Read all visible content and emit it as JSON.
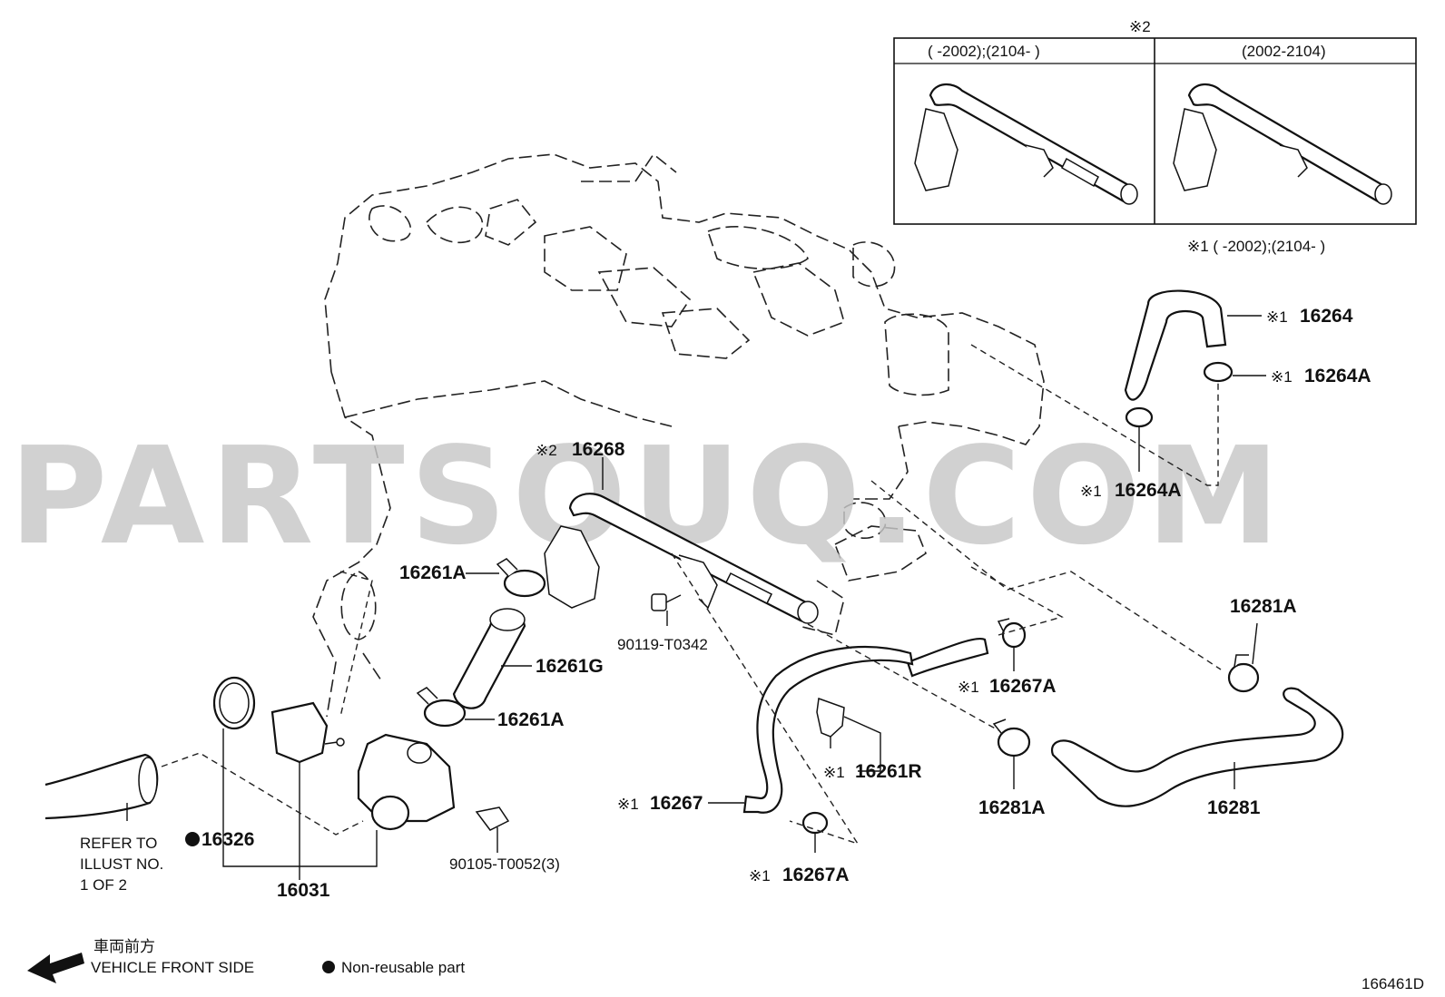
{
  "watermark": "PARTSOUQ.COM",
  "diagram_code": "166461D",
  "legend": {
    "direction_jp": "車両前方",
    "direction_en": "VEHICLE FRONT SIDE",
    "nonreusable": "Non-reusable part"
  },
  "refer_note": {
    "line1": "REFER TO",
    "line2": "ILLUST NO.",
    "line3": "1 OF 2"
  },
  "inset": {
    "marker": "※2",
    "left_header": "(      -2002);(2104-       )",
    "right_header": "(2002-2104)"
  },
  "footnote_1": "※1 (        -2002);(2104-       )",
  "callouts": {
    "p16268": {
      "mark": "※2",
      "code": "16268"
    },
    "p16264": {
      "mark": "※1",
      "code": "16264"
    },
    "p16264A_upper": {
      "mark": "※1",
      "code": "16264A"
    },
    "p16264A_lower": {
      "mark": "※1",
      "code": "16264A"
    },
    "p16261A_upper": {
      "code": "16261A"
    },
    "p16261G": {
      "code": "16261G"
    },
    "p16261A_lower": {
      "code": "16261A"
    },
    "p90119": {
      "code": "90119-T0342"
    },
    "p16267A_right": {
      "mark": "※1",
      "code": "16267A"
    },
    "p16261R": {
      "mark": "※1",
      "code": "16261R"
    },
    "p16281A_upper": {
      "code": "16281A"
    },
    "p16281A_lower": {
      "code": "16281A"
    },
    "p16281": {
      "code": "16281"
    },
    "p16267": {
      "mark": "※1",
      "code": "16267"
    },
    "p16267A_bottom": {
      "mark": "※1",
      "code": "16267A"
    },
    "p16326": {
      "code": "16326"
    },
    "p16031": {
      "code": "16031"
    },
    "p90105": {
      "code": "90105-T0052(3)"
    }
  }
}
